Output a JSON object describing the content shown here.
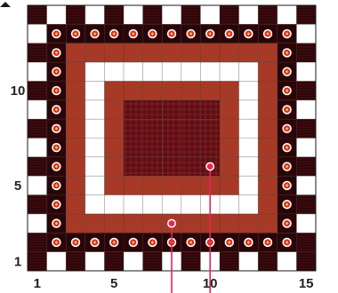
{
  "grid": {
    "columns": 15,
    "rows": 14,
    "x_ticks": [
      "1",
      "5",
      "10",
      "15"
    ],
    "y_ticks": [
      "1",
      "5",
      "10"
    ]
  },
  "colors": {
    "border_frame": "#2a0508",
    "gem_fill": "#d8321e",
    "gem_ring": "#ffffff",
    "brick_band": "#a63a26",
    "white_band": "#ffffff",
    "inner_band": "#a63a26",
    "center_dark": "#5a0f14",
    "grid_line": "#333333",
    "pointer": "#e8245a"
  },
  "regions": {
    "outer_frame": "dark-border-with-gems",
    "brick_band": "brick-ring",
    "white_band": "white-ring",
    "inner_brick": "brick-square",
    "center": "dark-center-square"
  },
  "pointers": [
    {
      "name": "pointer-brick-ring",
      "target_col": 7.5,
      "target_row": 2.5
    },
    {
      "name": "pointer-center",
      "target_col": 9.5,
      "target_row": 5.5
    }
  ]
}
